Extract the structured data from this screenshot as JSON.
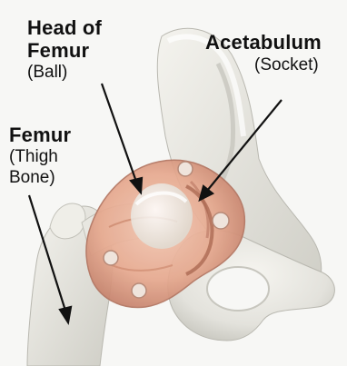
{
  "labels": {
    "head_of_femur": {
      "title_line1": "Head of",
      "title_line2": "Femur",
      "subtitle": "(Ball)"
    },
    "acetabulum": {
      "title": "Acetabulum",
      "subtitle": "(Socket)"
    },
    "femur": {
      "title": "Femur",
      "subtitle_line1": "(Thigh",
      "subtitle_line2": "Bone)"
    }
  },
  "colors": {
    "bone": "#e9e8e2",
    "bone_shadow": "#bdbcb4",
    "joint_capsule": "#e6a98f",
    "joint_capsule_dark": "#c9846a",
    "arrow": "#111111",
    "text": "#111111"
  }
}
